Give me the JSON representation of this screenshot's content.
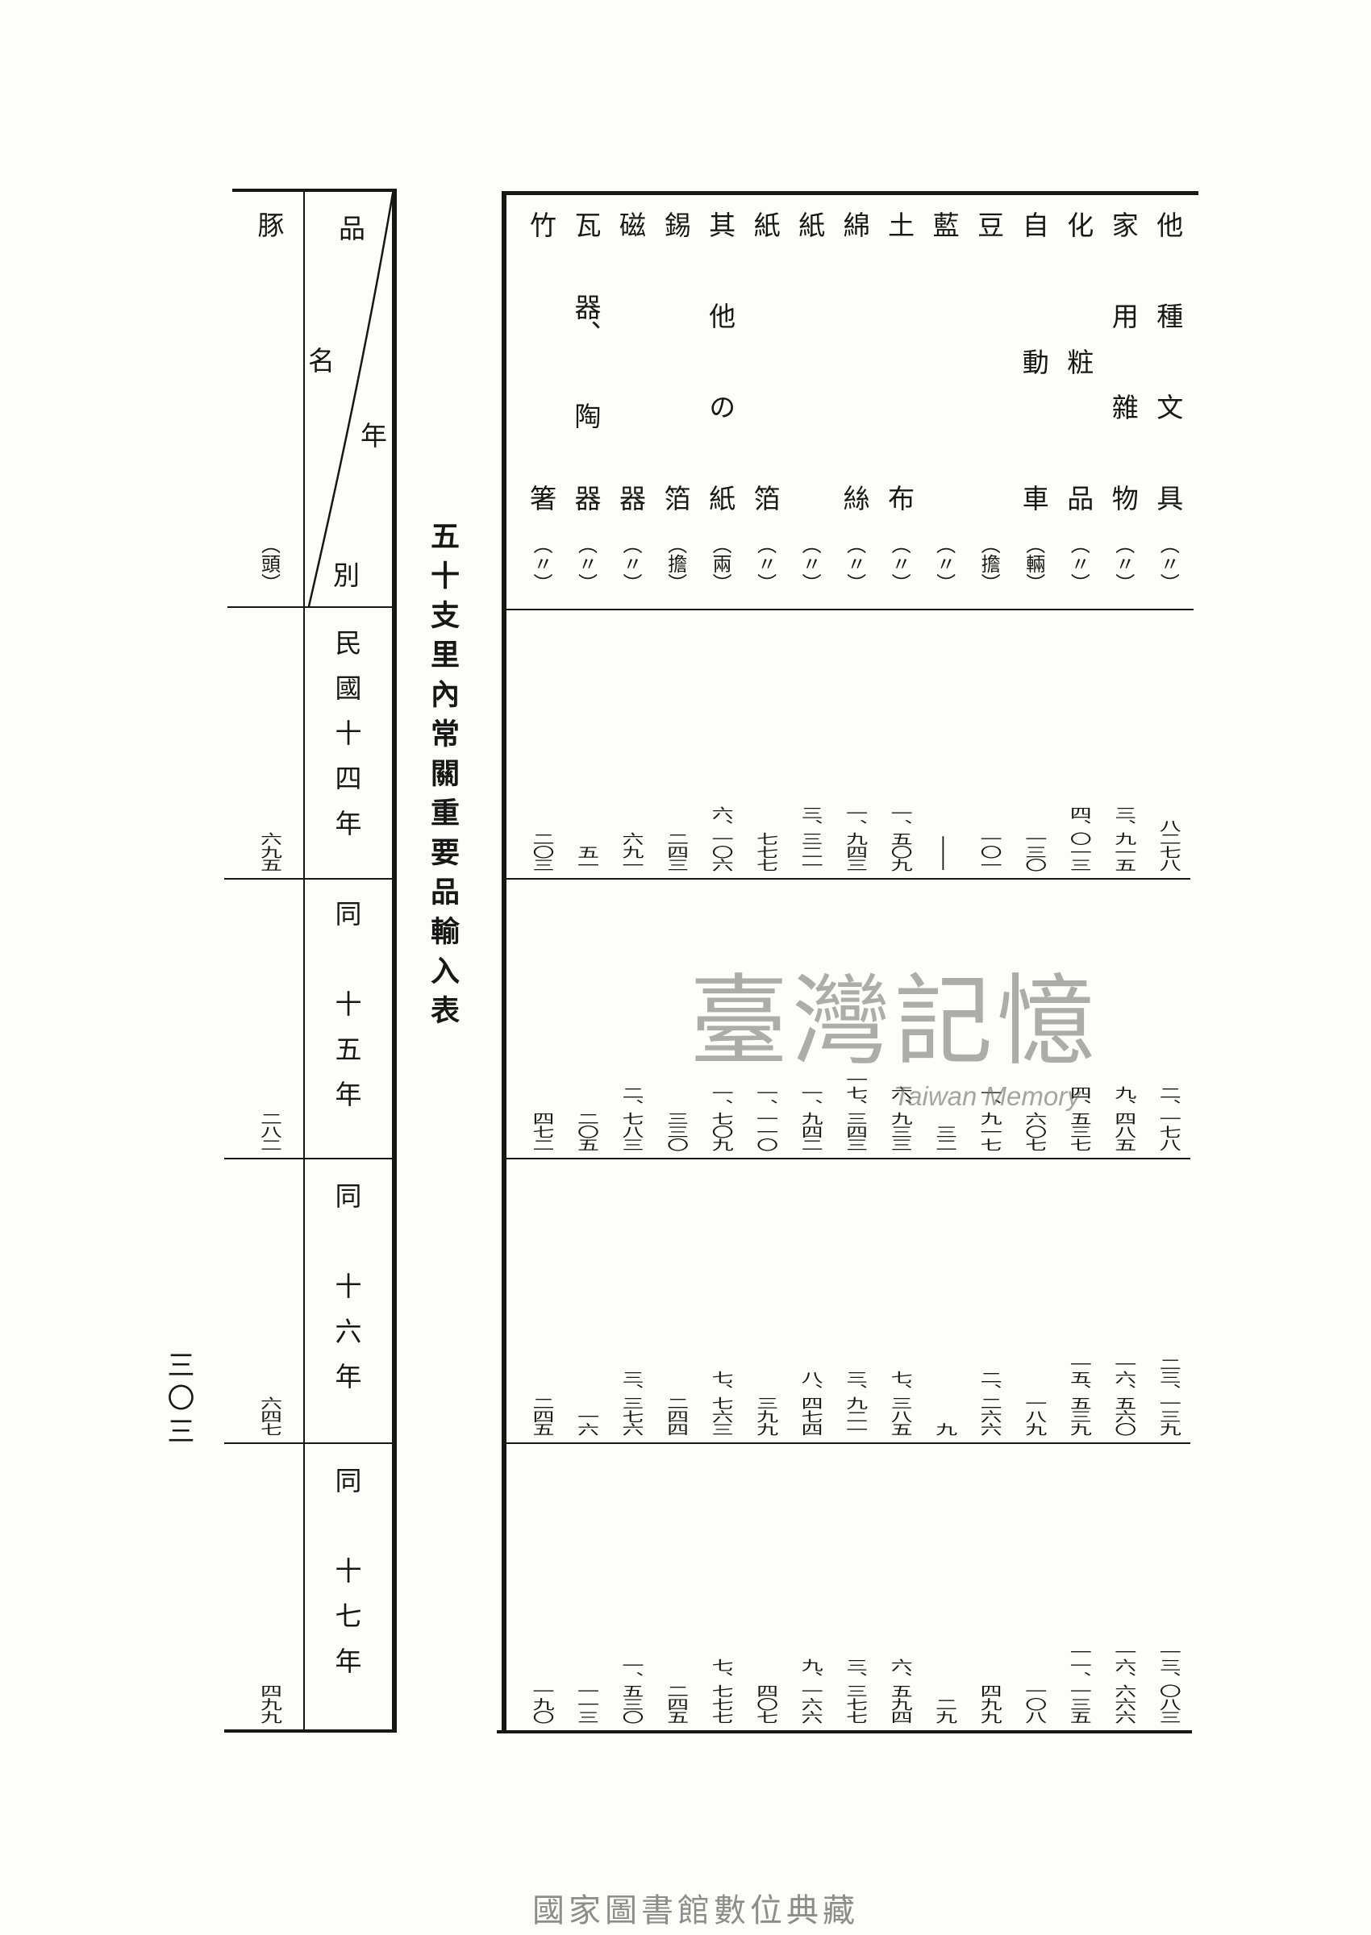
{
  "title": "五十支里內常關重要品輸入表",
  "page_number": "三〇三",
  "right_table": {
    "columns": [
      {
        "label": "他種文具",
        "unit": "（〃）",
        "values": [
          "八二七八",
          "二、一七八",
          "二三、一三九",
          "一三、〇八三"
        ]
      },
      {
        "label": "家用雜物",
        "unit": "（〃）",
        "values": [
          "三、九一五",
          "九、四八五",
          "一六、五六〇",
          "一六、六六六"
        ]
      },
      {
        "label": "化粧品",
        "unit": "（〃）",
        "values": [
          "四、〇一三",
          "四、五三七",
          "一五、五三九",
          "一一、一三五"
        ]
      },
      {
        "label": "自動車",
        "unit": "（輛）",
        "values": [
          "一三〇",
          "六〇七",
          "一八九",
          "一〇八"
        ]
      },
      {
        "label": "豆",
        "unit": "（擔）",
        "values": [
          "一〇一",
          "一、九一七",
          "二、二六六",
          "四九九"
        ]
      },
      {
        "label": "藍",
        "unit": "（〃）",
        "values": [
          "—",
          "三二",
          "九",
          "二九"
        ]
      },
      {
        "label": "土布",
        "unit": "（〃）",
        "values": [
          "一、五〇九",
          "六、九三三",
          "七、三八五",
          "六、五九四"
        ]
      },
      {
        "label": "綿絲",
        "unit": "（〃）",
        "values": [
          "一、九四三",
          "一七、三四三",
          "三、九二一",
          "三、三七七"
        ]
      },
      {
        "label": "紙",
        "unit": "（〃）",
        "values": [
          "三、三二一",
          "一、九四二",
          "八、四七四",
          "九、一六六"
        ]
      },
      {
        "label": "紙箔",
        "unit": "（〃）",
        "values": [
          "七七七",
          "一、一一〇",
          "三九九",
          "四〇七"
        ]
      },
      {
        "label": "其他の紙",
        "unit": "（兩）",
        "values": [
          "六、一〇六",
          "一、七〇九",
          "七、七六三",
          "七、七七七"
        ]
      },
      {
        "label": "錫箔",
        "unit": "（擔）",
        "values": [
          "二四三",
          "三三〇",
          "二四四",
          "二四五"
        ]
      },
      {
        "label": "磁器",
        "unit": "（〃）",
        "values": [
          "六九一",
          "二、七八三",
          "三、三七六",
          "一、五三〇"
        ]
      },
      {
        "label": "瓦器、陶器",
        "unit": "（〃）",
        "values": [
          "五一",
          "二〇五",
          "一六",
          "一一三"
        ]
      },
      {
        "label": "竹箸",
        "unit": "（〃）",
        "values": [
          "二〇三",
          "四七二",
          "二四五",
          "一九〇"
        ]
      }
    ]
  },
  "left_table": {
    "header_item": [
      "品",
      "名"
    ],
    "header_year": [
      "年",
      "別"
    ],
    "years": [
      "民國十四年",
      "同　十五年",
      "同　十六年",
      "同　十七年"
    ],
    "columns": [
      {
        "label": "豚",
        "unit": "（頭）",
        "values": [
          "六九五",
          "二八二",
          "六四七",
          "四九九"
        ]
      }
    ]
  },
  "watermark": {
    "logo_text": "臺灣記憶",
    "logo_subtext": "Taiwan Memory"
  },
  "footer": "國家圖書館數位典藏"
}
